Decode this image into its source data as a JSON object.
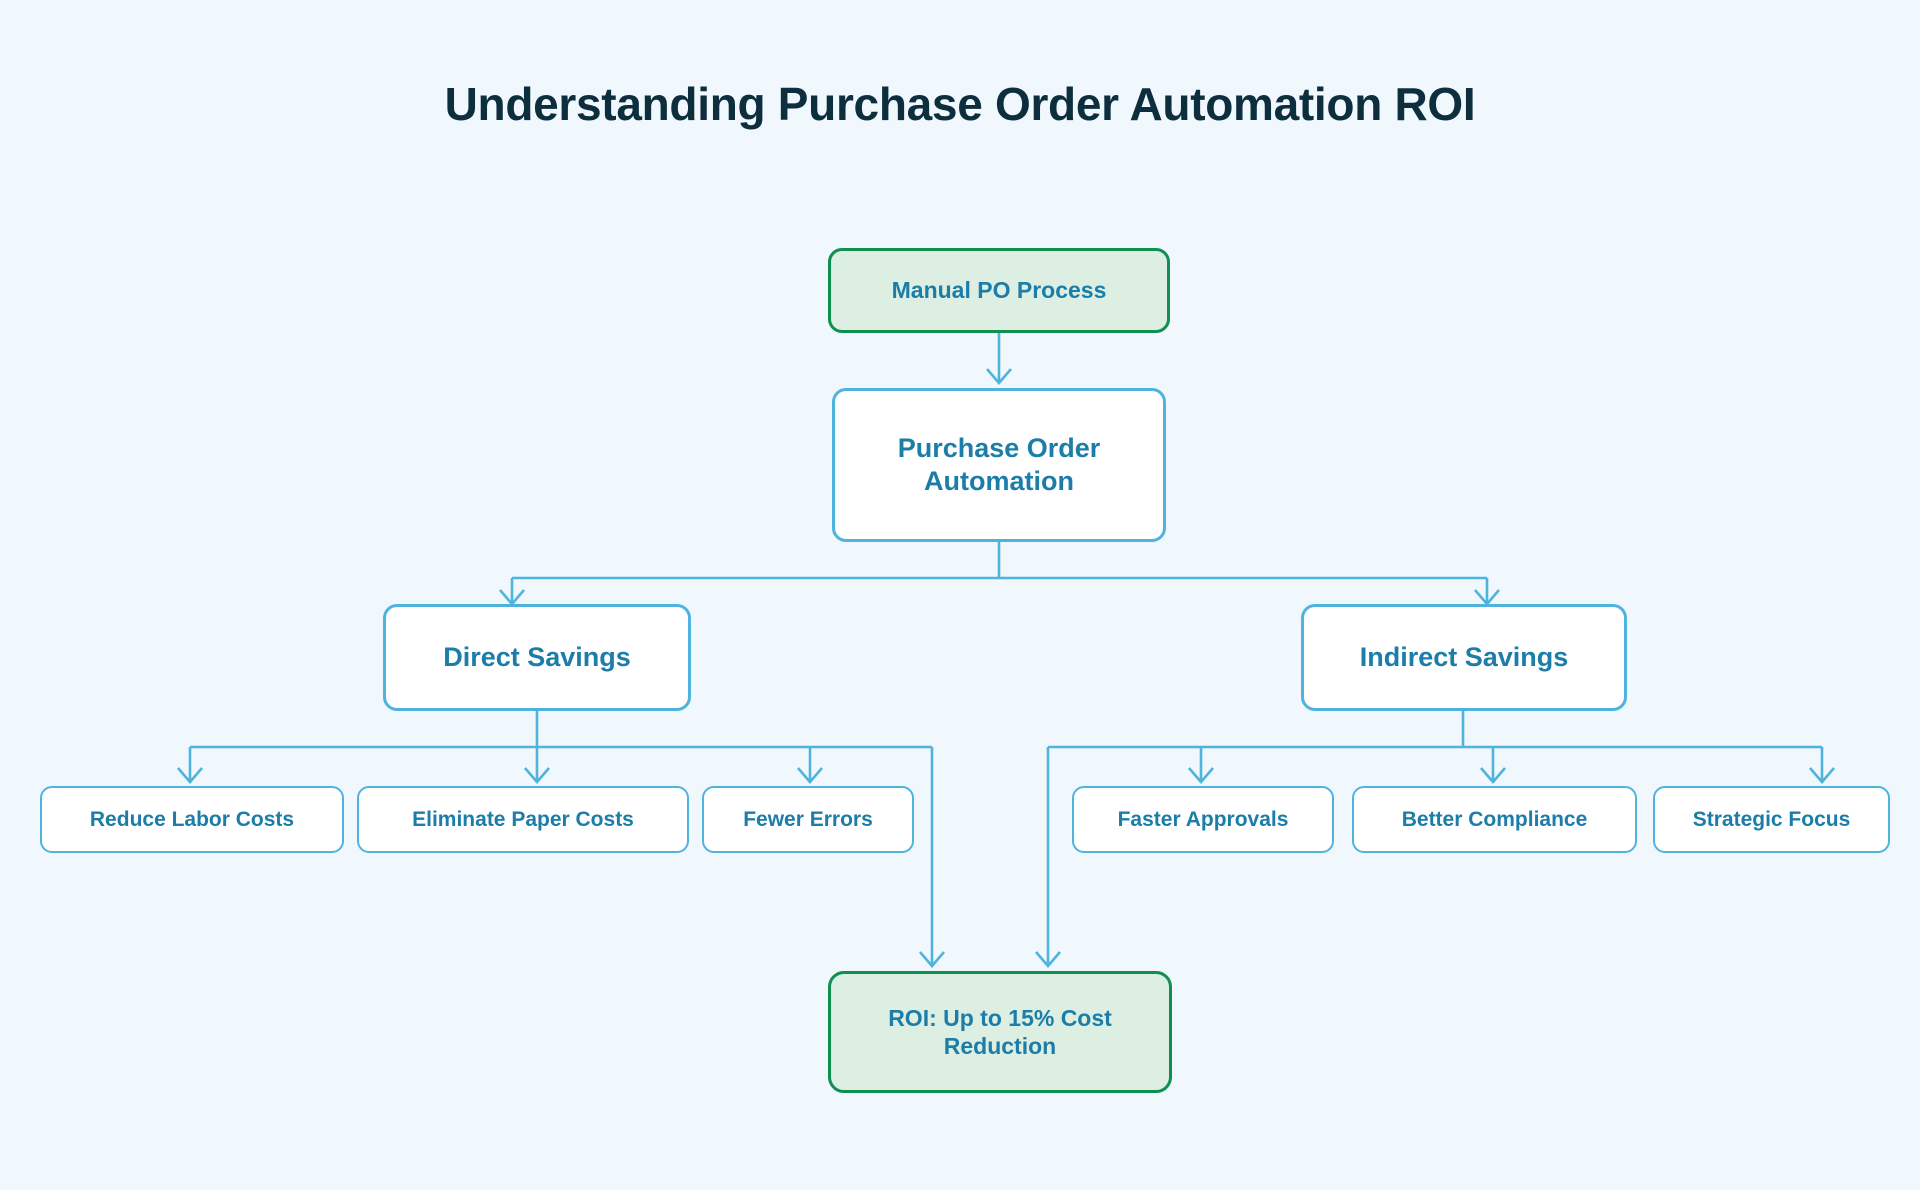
{
  "page": {
    "title": "Understanding Purchase Order Automation ROI",
    "background_color": "#f0f7fd",
    "title_color": "#0d2e3d"
  },
  "theme": {
    "edge_color": "#4fb4dd",
    "node_border_blue": "#4fb4dd",
    "node_text_blue": "#1b7da8",
    "highlight_border_green": "#0f9050",
    "highlight_fill_green": "#ddeee2",
    "node_fill_white": "#ffffff"
  },
  "chart_data": {
    "type": "flowchart",
    "title": "Understanding Purchase Order Automation ROI",
    "orientation": "top-down",
    "nodes": [
      {
        "id": "manual",
        "label": "Manual PO Process",
        "level": 0,
        "style": "highlight-green"
      },
      {
        "id": "automation",
        "label": "Purchase Order Automation",
        "level": 1,
        "style": "blue"
      },
      {
        "id": "direct",
        "label": "Direct Savings",
        "level": 2,
        "style": "blue"
      },
      {
        "id": "indirect",
        "label": "Indirect Savings",
        "level": 2,
        "style": "blue"
      },
      {
        "id": "labor",
        "label": "Reduce Labor Costs",
        "level": 3,
        "style": "blue"
      },
      {
        "id": "paper",
        "label": "Eliminate Paper Costs",
        "level": 3,
        "style": "blue"
      },
      {
        "id": "errors",
        "label": "Fewer Errors",
        "level": 3,
        "style": "blue"
      },
      {
        "id": "approvals",
        "label": "Faster Approvals",
        "level": 3,
        "style": "blue"
      },
      {
        "id": "compliance",
        "label": "Better Compliance",
        "level": 3,
        "style": "blue"
      },
      {
        "id": "strategic",
        "label": "Strategic Focus",
        "level": 3,
        "style": "blue"
      },
      {
        "id": "roi",
        "label": "ROI: Up to 15% Cost Reduction",
        "level": 4,
        "style": "highlight-green"
      }
    ],
    "edges": [
      {
        "from": "manual",
        "to": "automation"
      },
      {
        "from": "automation",
        "to": "direct"
      },
      {
        "from": "automation",
        "to": "indirect"
      },
      {
        "from": "direct",
        "to": "labor"
      },
      {
        "from": "direct",
        "to": "paper"
      },
      {
        "from": "direct",
        "to": "errors"
      },
      {
        "from": "direct",
        "to": "roi"
      },
      {
        "from": "indirect",
        "to": "approvals"
      },
      {
        "from": "indirect",
        "to": "compliance"
      },
      {
        "from": "indirect",
        "to": "strategic"
      },
      {
        "from": "indirect",
        "to": "roi"
      }
    ]
  },
  "nodes": {
    "manual": {
      "label": "Manual PO Process"
    },
    "automation": {
      "label": "Purchase Order Automation"
    },
    "direct": {
      "label": "Direct Savings"
    },
    "indirect": {
      "label": "Indirect Savings"
    },
    "labor": {
      "label": "Reduce Labor Costs"
    },
    "paper": {
      "label": "Eliminate Paper Costs"
    },
    "errors": {
      "label": "Fewer Errors"
    },
    "approvals": {
      "label": "Faster Approvals"
    },
    "compliance": {
      "label": "Better Compliance"
    },
    "strategic": {
      "label": "Strategic Focus"
    },
    "roi": {
      "label": "ROI: Up to 15% Cost Reduction"
    }
  }
}
